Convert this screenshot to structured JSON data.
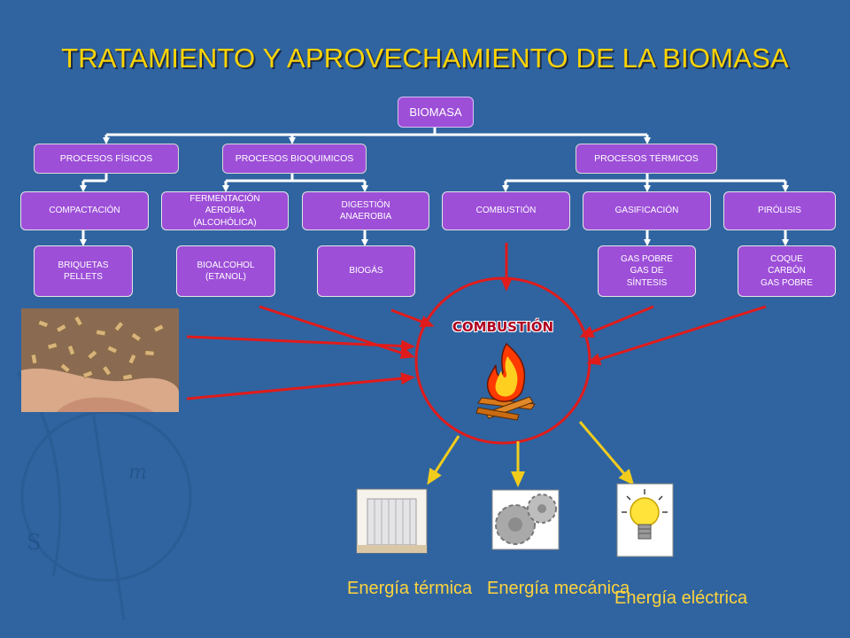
{
  "title": "TRATAMIENTO Y APROVECHAMIENTO DE LA BIOMASA",
  "root": "BIOMASA",
  "processes": {
    "physical": "PROCESOS  FÍSICOS",
    "biochemical": "PROCESOS  BIOQUIMICOS",
    "thermal": "PROCESOS  TÉRMICOS"
  },
  "methods": {
    "compaction": "COMPACTACIÓN",
    "aerobic_fermentation": "FERMENTACIÓN\nAEROBIA\n(ALCOHÓLICA)",
    "anaerobic_digestion": "DIGESTIÓN\nANAEROBIA",
    "combustion": "COMBUSTIÓN",
    "gasification": "GASIFICACIÓN",
    "pyrolysis": "PIRÓLISIS"
  },
  "products": {
    "briquettes": "BRIQUETAS\nPELLETS",
    "bioalcohol": "BIOALCOHOL\n(ETANOL)",
    "biogas": "BIOGÁS",
    "gas_synthesis": "GAS POBRE\nGAS DE\nSÍNTESIS",
    "coke": "COQUE\nCARBÓN\nGAS POBRE"
  },
  "center_label": "COMBUSTIÓN",
  "energies": {
    "thermal": "Energía térmica",
    "mechanical": "Energía mecánica",
    "electric": "Energía eléctrica"
  },
  "colors": {
    "background": "#2f64a0",
    "box_fill": "#9d4fd8",
    "title": "#ffd400",
    "red_arrows": "#e01b1b",
    "yellow_arrows": "#f2cc1d"
  },
  "icons": [
    "pellets-photo",
    "fire-icon",
    "radiator-icon",
    "gears-icon",
    "light-bulb-icon"
  ]
}
